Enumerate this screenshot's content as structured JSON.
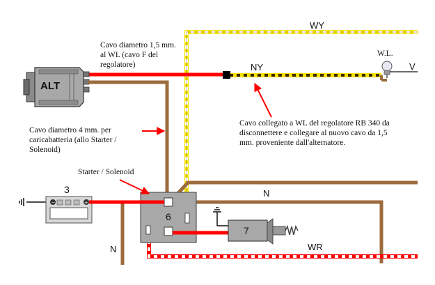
{
  "wire_labels": {
    "wy": "WY",
    "ny": "NY",
    "n_right": "N",
    "n_left": "N",
    "wr": "WR",
    "v": "V"
  },
  "components": {
    "alternator": "ALT",
    "warning_lamp": "W.L.",
    "battery_number": "3",
    "solenoid_number": "6",
    "starter_number": "7"
  },
  "annotations": {
    "cable_1_5": [
      "Cavo diametro 1,5 mm.",
      "al WL (cavo F del",
      "regolatore)"
    ],
    "cable_4": [
      "Cavo diametro 4 mm. per",
      "caricabatteria (allo Starter /",
      "Solenoid)"
    ],
    "starter_solenoid": "Starter / Solenoid",
    "rb340": [
      "Cavo collegato a WL del regolatore RB 340 da",
      "disconnettere e collegare al nuovo cavo da 1,5",
      "mm. proveniente dall'alternatore."
    ]
  },
  "colors": {
    "red_wire": "#ff0000",
    "brown_wire": "#9c6b3c",
    "yellow": "#f5e000",
    "annotation_arrow": "#ff0000"
  }
}
